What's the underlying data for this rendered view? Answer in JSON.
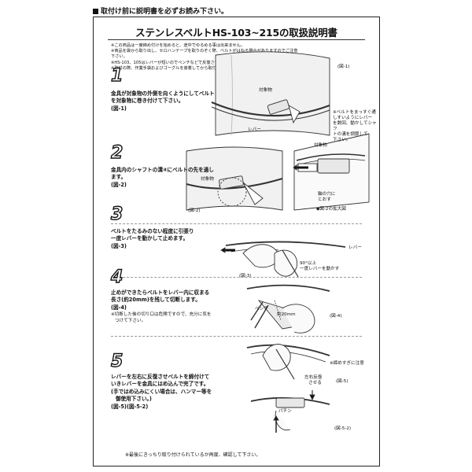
{
  "top_banner": "取付け前に説明書を必ずお読み下さい。",
  "title": "ステンレスベルトHS-103~215の取扱説明書",
  "notes": [
    "※この商品は一度締め付けを始めると、途中でゆるめる事は出来ません。",
    "※商品を袋から取り出し、セロハンテープを取りのぞく際、ベルトがはねる場合がありますのでご注意下さい。",
    "※HS-103、105はレバーが短いのでペンチなどで反復させて下さい。",
    "※取付の際、作業手袋およびゴーグルを装着してから取付けて下さい。"
  ],
  "steps": [
    {
      "number": "1",
      "text": [
        "金具が対象物の外側を向くようにしてベルト",
        "を対象物に巻き付けて下さい。",
        "(図-1)"
      ]
    },
    {
      "number": "2",
      "text": [
        "金具内のシャフトの溝④にベルトの先を通し",
        "ます。",
        "(図-2)"
      ]
    },
    {
      "number": "3",
      "text": [
        "ベルトをたるみのない程度に引張り",
        "一度レバーを動かして止めます。",
        "(図-3)"
      ]
    },
    {
      "number": "4",
      "text": [
        "止めができたらベルトをレバー内に収まる",
        "長さ(約20mm)を残して切断します。",
        "(図-4)"
      ],
      "subnote": [
        "※切断した後の切り口は危険ですので、充分に気を",
        "つけて下さい。"
      ]
    },
    {
      "number": "5",
      "text": [
        "レバーを左右に反復させベルトを締付けて",
        "いきレバーを金具にはめ込んで完了です。",
        "(手ではめ込みにくい場合は、ハンマー等を",
        "御使用下さい。)",
        "(図-5)(図-5-2)"
      ]
    }
  ],
  "labels": {
    "fig1": "(図-1)",
    "object1": "対象物",
    "lever1": "レバー",
    "note1": [
      "※ベルトをまっすぐ通",
      "しすいようにレバー",
      "を数回、動かしてシャフ",
      "トの溝を調節して",
      "下さい。"
    ],
    "object2": "対象物",
    "object2b": "対象物",
    "fig2": "(図-2)",
    "shaft_hole": [
      "軸の穴に",
      "とおす"
    ],
    "fig2_zoom": "◆図-2の拡大図",
    "fig3": "(図-3)",
    "lever3": "レバー",
    "angle": [
      "90°以上",
      "一度レバーを動かす"
    ],
    "pliers": "ペンチ",
    "mm20": "約20mm",
    "fig4": "(図-4)",
    "overtighten": "※締めすぎに注意",
    "repeat": [
      "左右反復",
      "させる"
    ],
    "fig5": "(図-5)",
    "snap": "パチン",
    "fig52": "(図-5-2)"
  },
  "bottom_note": "※最後にきっちり取り付けられているか再度、確認して下さい。"
}
